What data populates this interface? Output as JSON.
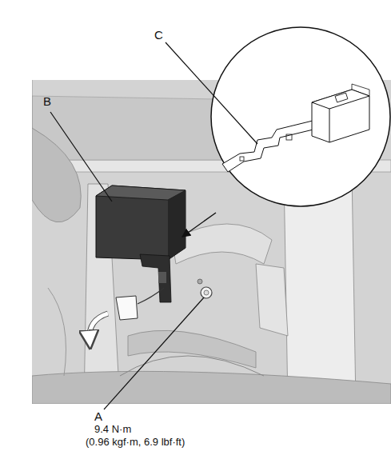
{
  "diagram": {
    "labels": [
      "C",
      "B",
      "A",
      "9.4 N·m",
      "(0.96 kgf·m, 6.9 lbf·ft)"
    ]
  }
}
